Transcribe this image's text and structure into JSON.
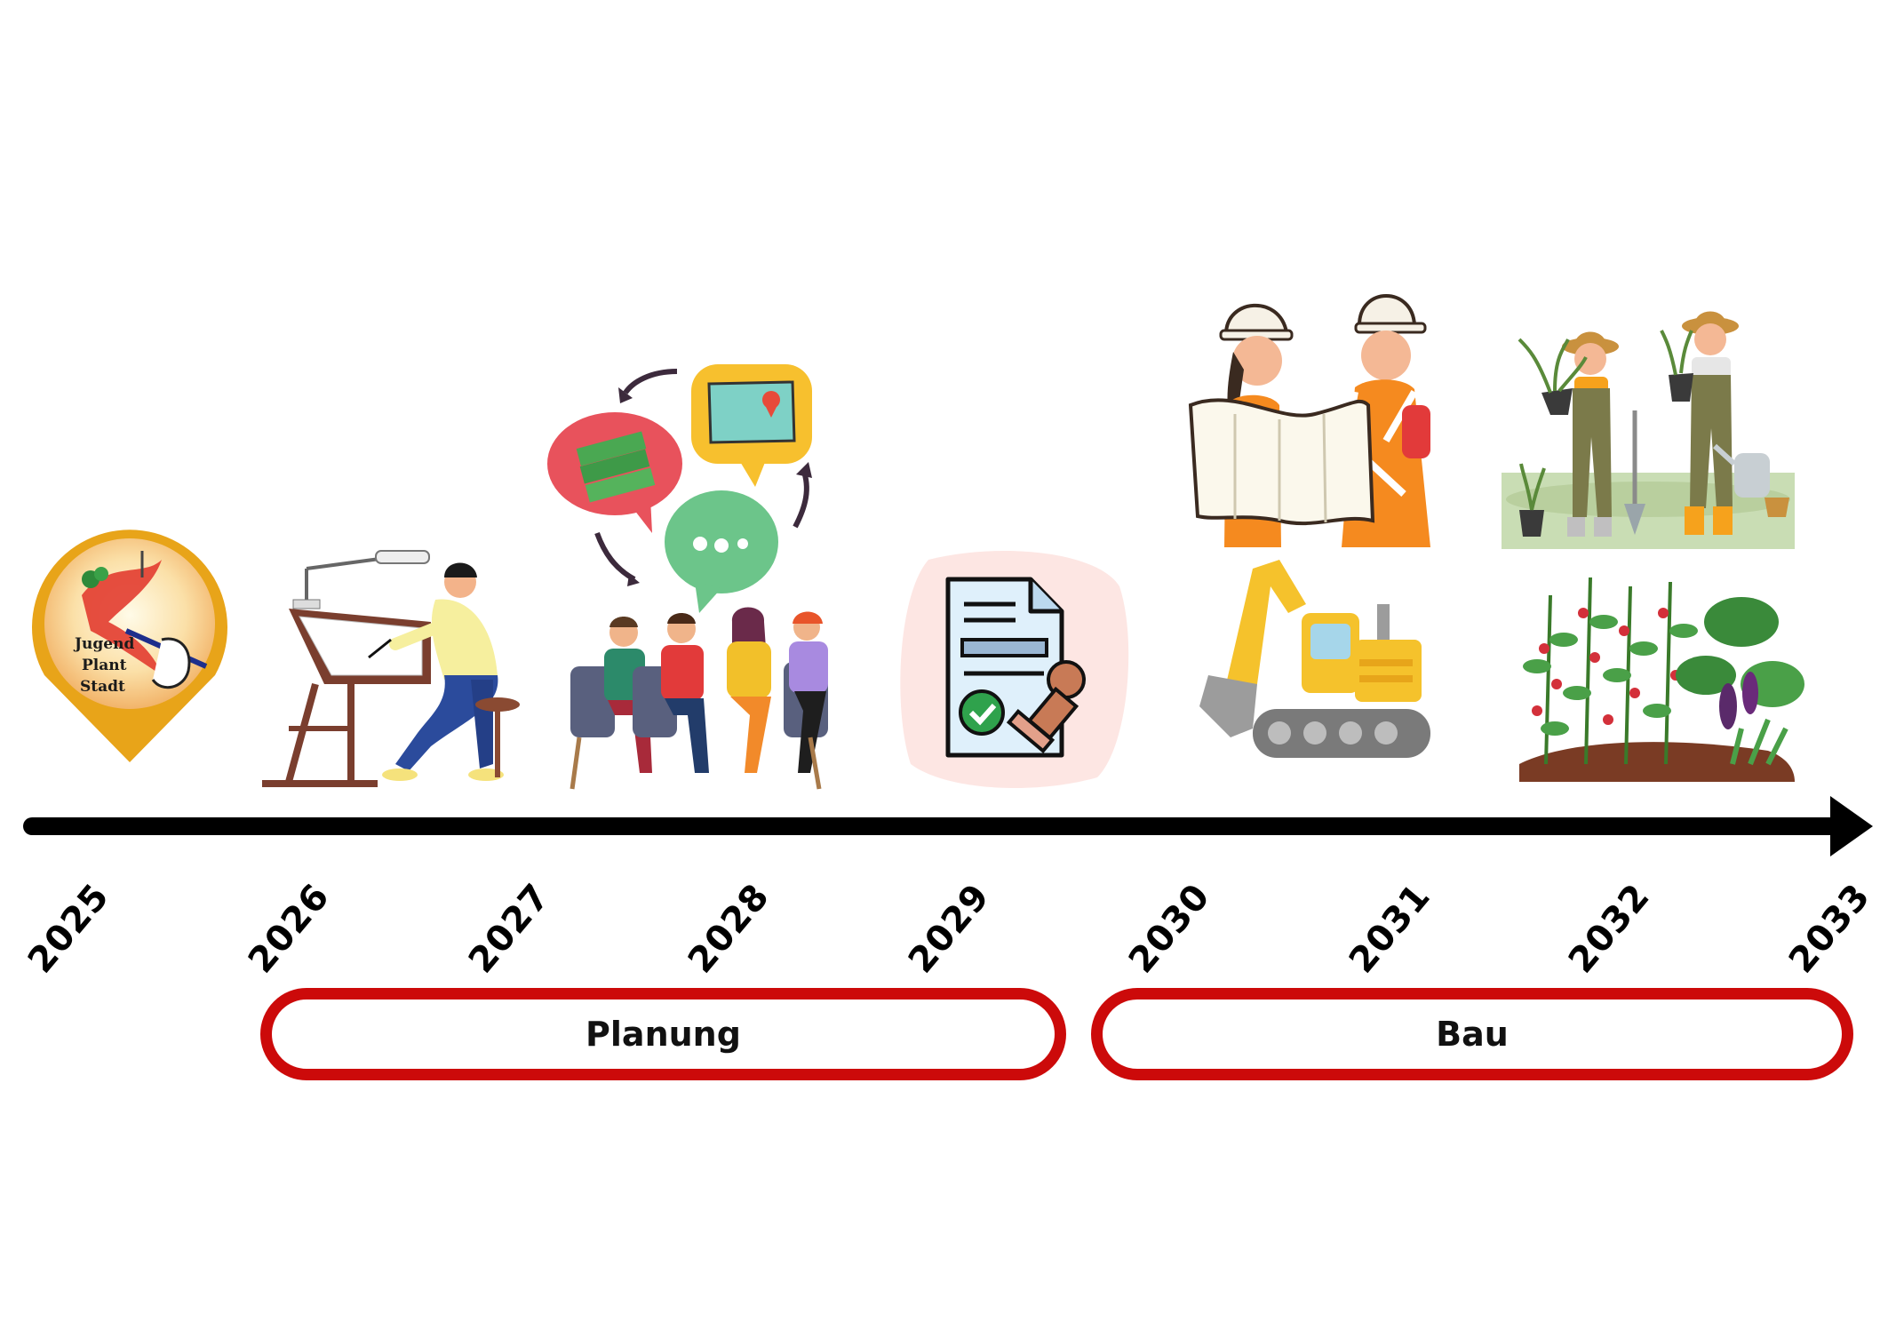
{
  "years": [
    "2025",
    "2026",
    "2027",
    "2028",
    "2029",
    "2030",
    "2031",
    "2032",
    "2033"
  ],
  "phases": [
    {
      "label": "Planung"
    },
    {
      "label": "Bau"
    }
  ],
  "logo": {
    "line1": "Jugend",
    "line2": "Plant",
    "line3": "Stadt"
  },
  "colors": {
    "axis": "#000000",
    "phase_border": "#cc0a0a",
    "logo_ring": "#e8a419",
    "speech_red": "#e8525c",
    "speech_yellow": "#f7c02e",
    "speech_green": "#6cc58a",
    "excavator": "#f5c22c"
  },
  "icons": [
    "location-pin-logo-icon",
    "architect-drafting-icon",
    "team-discussion-icon",
    "approved-document-icon",
    "construction-workers-icon",
    "excavator-icon",
    "gardeners-icon",
    "vegetable-garden-icon"
  ]
}
